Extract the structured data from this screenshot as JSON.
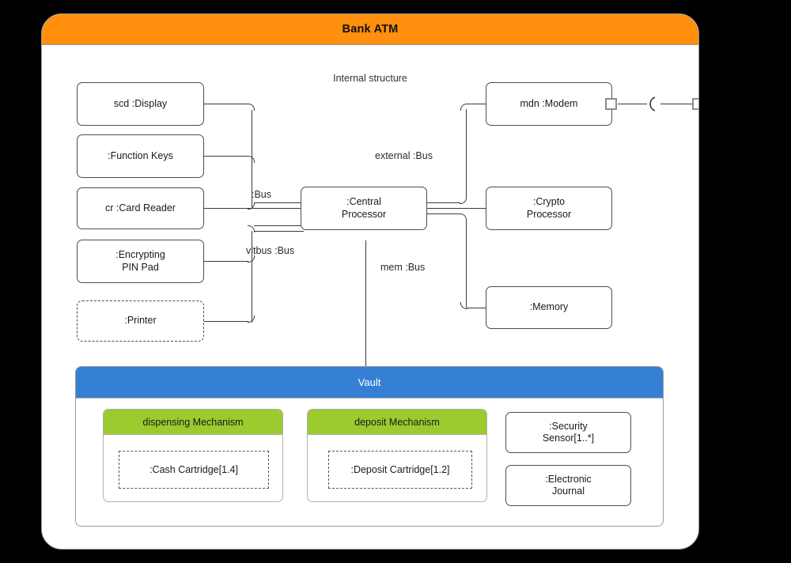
{
  "atm": {
    "title": "Bank ATM",
    "caption": "Internal structure"
  },
  "colors": {
    "title_bar": "#ff8f0d",
    "vault_header": "#3580d4",
    "mechanism_header": "#9bcb2e",
    "frame_border": "#9a9a9a",
    "line": "#3a3a3a",
    "port_border": "#8c8c8c"
  },
  "left_parts": [
    {
      "label": "scd :Display",
      "dashed": false
    },
    {
      "label": ":Function Keys",
      "dashed": false
    },
    {
      "label": "cr :Card Reader",
      "dashed": false
    },
    {
      "label": ":Encrypting\nPIN Pad",
      "dashed": false
    },
    {
      "label": ":Printer",
      "dashed": true
    }
  ],
  "center_part": {
    "label": ":Central\nProcessor"
  },
  "right_parts": [
    {
      "label": "mdn :Modem",
      "dashed": false
    },
    {
      "label": ":Crypto\nProcessor",
      "dashed": false
    },
    {
      "label": ":Memory",
      "dashed": false
    }
  ],
  "connectors": [
    {
      "name": "peripheral-bus",
      "label": ":Bus"
    },
    {
      "name": "vault-bus",
      "label": "vltbus :Bus"
    },
    {
      "name": "external-bus",
      "label": "external :Bus"
    },
    {
      "name": "memory-bus",
      "label": "mem :Bus"
    }
  ],
  "ports": [
    {
      "name": "modem-port",
      "icon": "square-port-icon"
    },
    {
      "name": "atm-boundary-port",
      "icon": "square-port-icon"
    },
    {
      "name": "required-interface-socket",
      "icon": "socket-icon"
    }
  ],
  "vault": {
    "title": "Vault",
    "mechanisms": [
      {
        "title": "dispensing Mechanism",
        "cartridge": ":Cash Cartridge[1.4]"
      },
      {
        "title": "deposit Mechanism",
        "cartridge": ":Deposit Cartridge[1.2]"
      }
    ],
    "side_parts": [
      {
        "label": ":Security\nSensor[1..*]"
      },
      {
        "label": ":Electronic\nJournal"
      }
    ]
  }
}
